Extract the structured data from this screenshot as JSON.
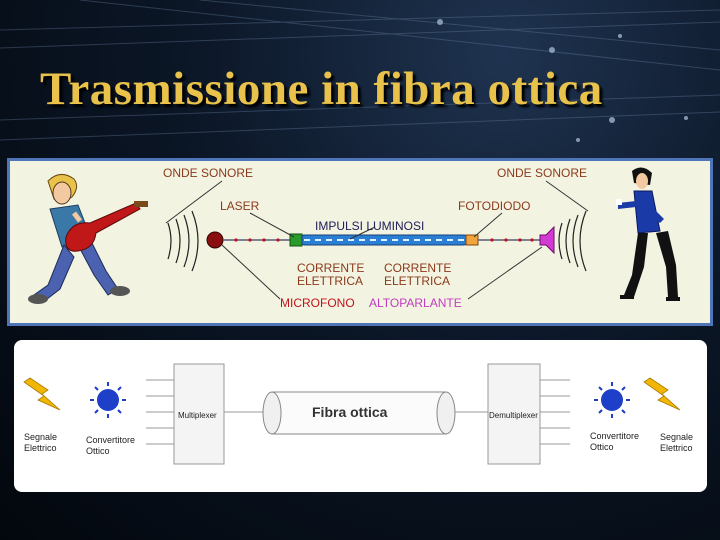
{
  "slide": {
    "title": "Trasmissione in fibra ottica"
  },
  "top_diagram": {
    "onde_sonore_left": "ONDE SONORE",
    "onde_sonore_right": "ONDE SONORE",
    "laser": "LASER",
    "fotodiodo": "FOTODIODO",
    "impulsi_luminosi": "IMPULSI LUMINOSI",
    "corrente_left": "CORRENTE",
    "elettrica_left": "ELETTRICA",
    "corrente_right": "CORRENTE",
    "elettrica_right": "ELETTRICA",
    "microfono": "MICROFONO",
    "altoparlante": "ALTOPARLANTE",
    "colors": {
      "panel_border": "#4e75b8",
      "panel_bg": "#f3f3e2",
      "label_brown": "#8b3a1c",
      "label_red": "#c0141a",
      "label_magenta": "#c03cc0",
      "fiber": "#2a7fd4"
    }
  },
  "bottom_diagram": {
    "segnale_left": [
      "Segnale",
      "Elettrico"
    ],
    "convertitore_left": [
      "Convertitore",
      "Ottico"
    ],
    "multiplexer": "Multiplexer",
    "fibra_ottica": "Fibra ottica",
    "demultiplexer": "Demultiplexer",
    "convertitore_right": [
      "Convertitore",
      "Ottico"
    ],
    "segnale_right": [
      "Segnale",
      "Elettrico"
    ],
    "icons": [
      "lightning-icon",
      "light-source-icon"
    ],
    "colors": {
      "lightning": "#f2b705",
      "light_source": "#1e3fc8"
    }
  }
}
